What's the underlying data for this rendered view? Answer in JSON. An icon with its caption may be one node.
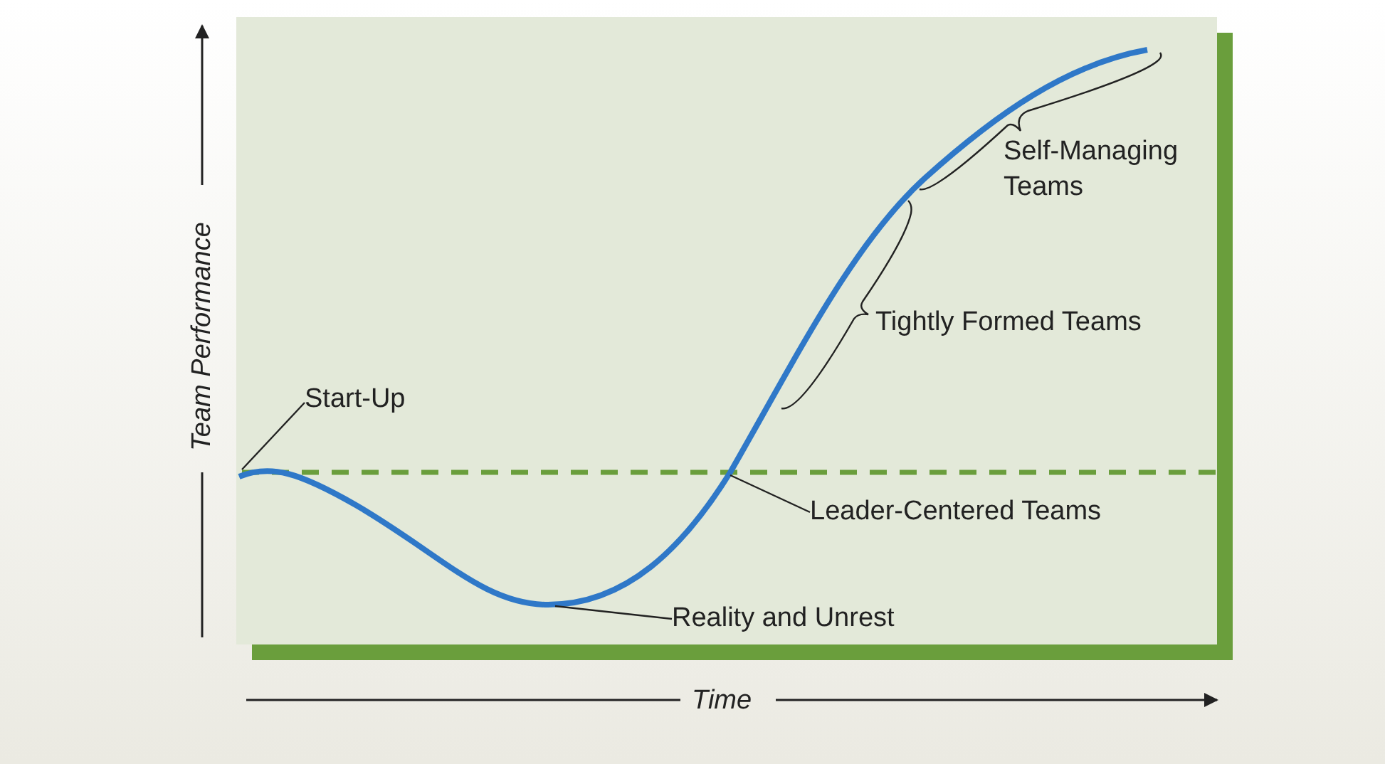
{
  "diagram": {
    "nodes": [
      {
        "text": [
          "Start-Up"
        ]
      },
      {
        "text": [
          "Reality and Unrest"
        ]
      },
      {
        "text": [
          "Leader-Centered Teams"
        ]
      }
    ],
    "edges": [
      {
        "from": 0,
        "to": null,
        "arrow": "none"
      },
      {
        "from": 1,
        "to": null,
        "arrow": "none"
      },
      {
        "from": 2,
        "to": null,
        "arrow": "none"
      }
    ],
    "labels": [
      "Team Performance",
      "Self-Managing Teams",
      "Tightly Formed Teams",
      "Time"
    ]
  }
}
